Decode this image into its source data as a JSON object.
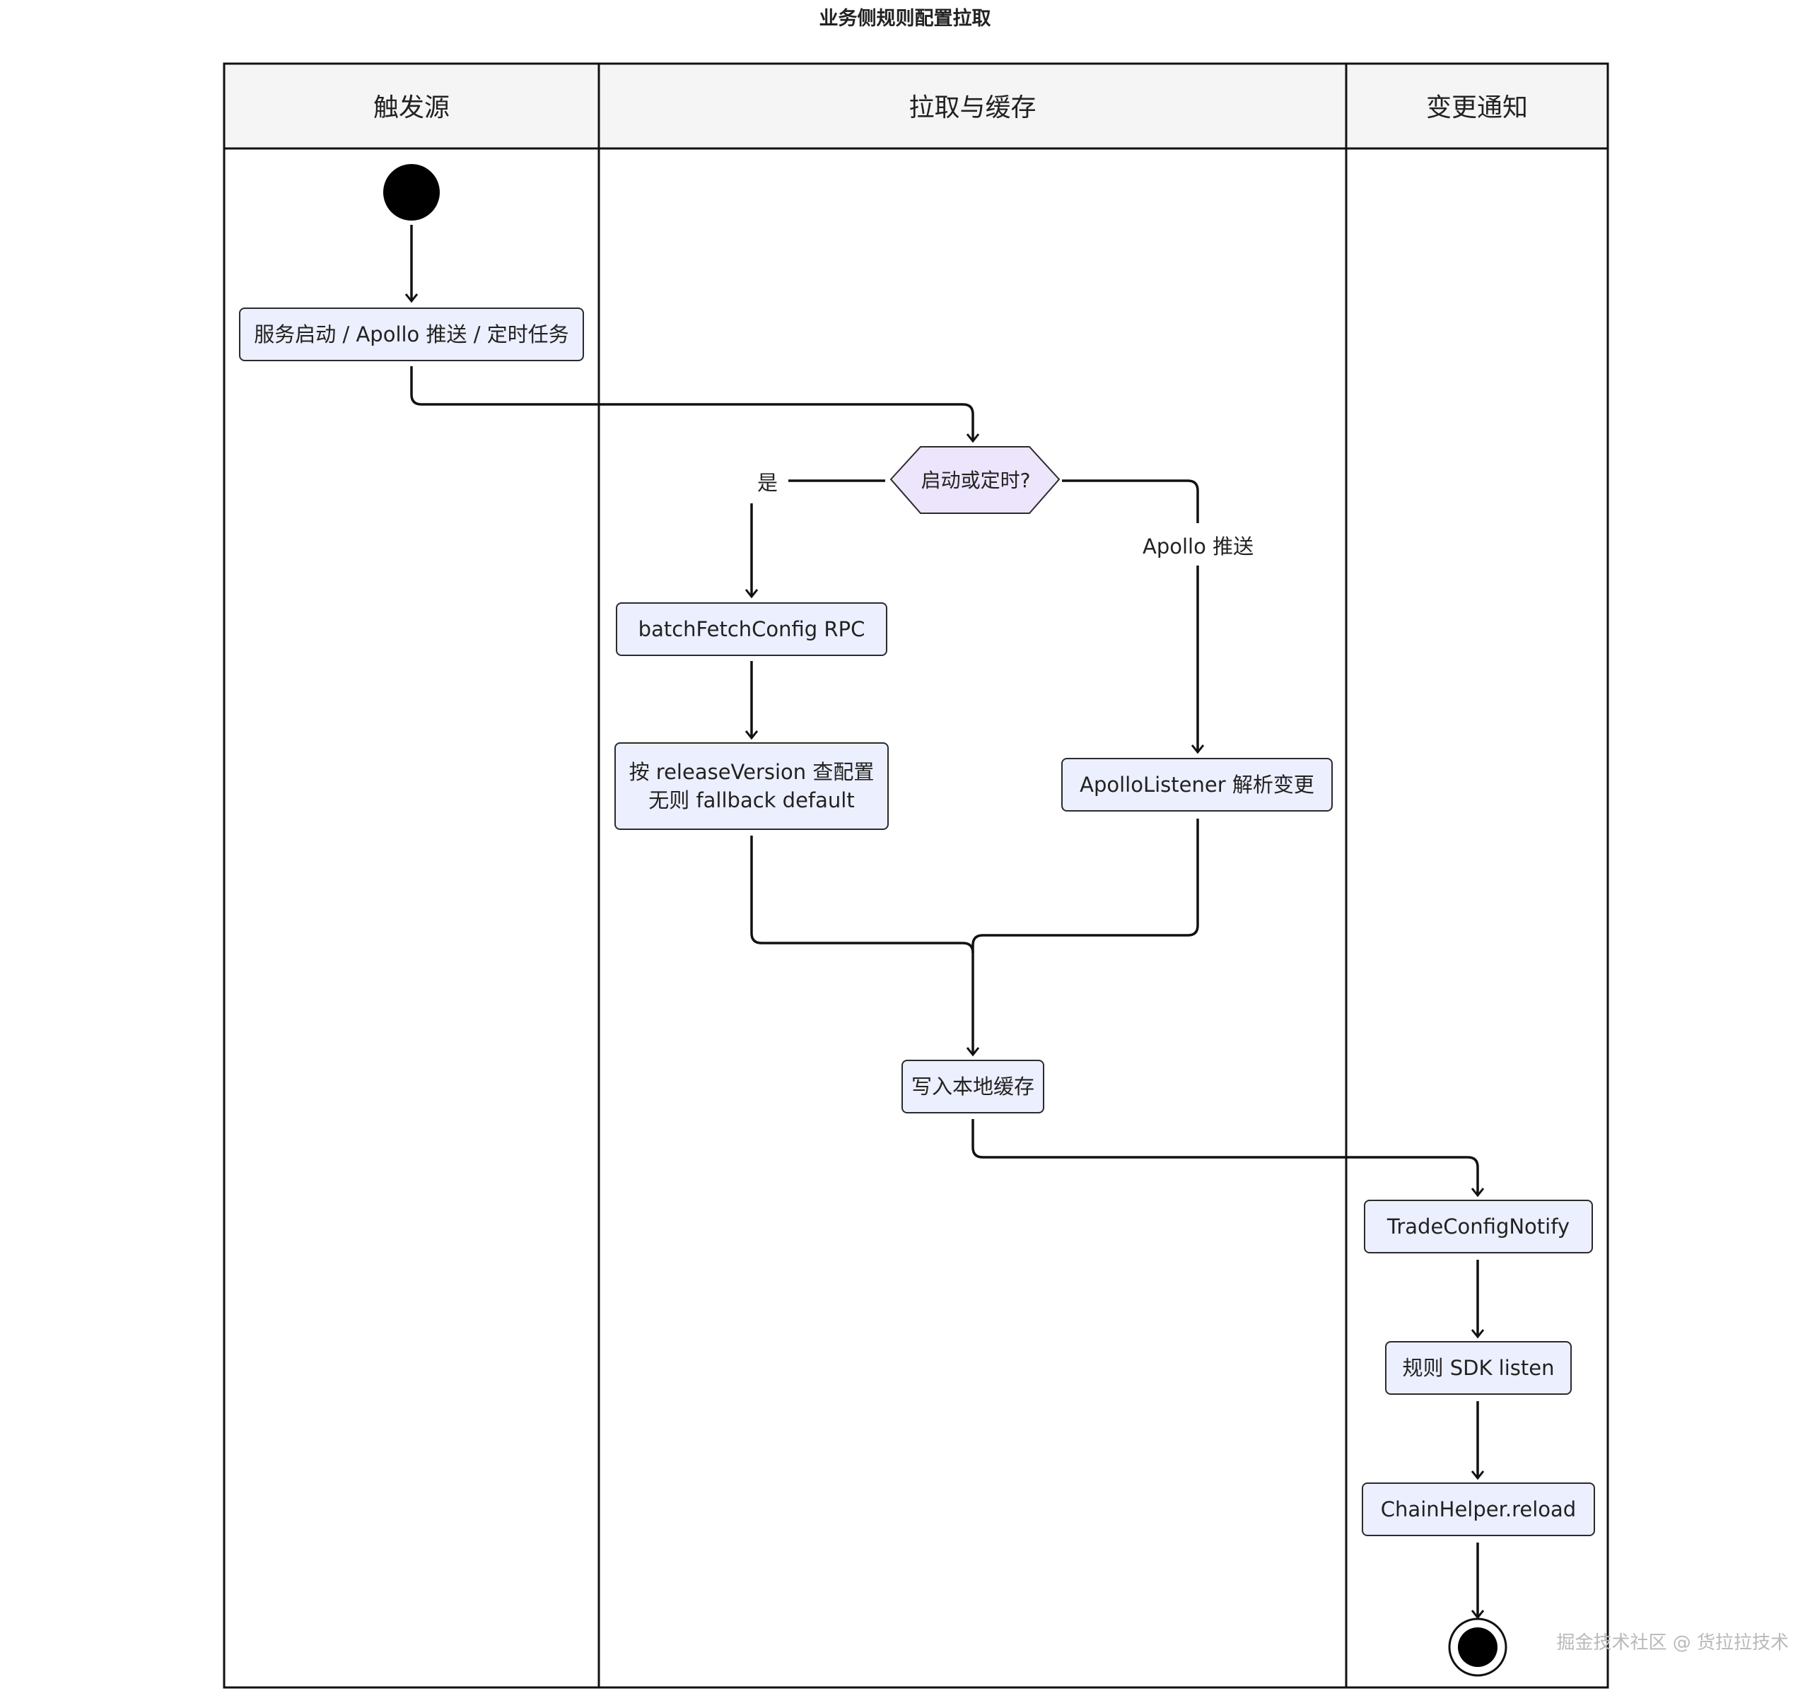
{
  "title": "业务侧规则配置拉取",
  "lanes": [
    {
      "label": "触发源"
    },
    {
      "label": "拉取与缓存"
    },
    {
      "label": "变更通知"
    }
  ],
  "nodes": {
    "trigger": "服务启动 / Apollo 推送 / 定时任务",
    "decision": "启动或定时?",
    "batch_fetch": "batchFetchConfig RPC",
    "query_config": "按 releaseVersion 查配置\n无则 fallback default",
    "apollo_listener": "ApolloListener 解析变更",
    "write_cache": "写入本地缓存",
    "trade_notify": "TradeConfigNotify",
    "sdk_listen": "规则 SDK listen",
    "reload": "ChainHelper.reload"
  },
  "edge_labels": {
    "yes": "是",
    "apollo": "Apollo 推送"
  },
  "watermark": "掘金技术社区 @ 货拉拉技术",
  "colors": {
    "node_fill": "#eceffd",
    "decision_fill": "#ece5fb",
    "header_fill": "#f5f5f5",
    "stroke": "#111111"
  }
}
